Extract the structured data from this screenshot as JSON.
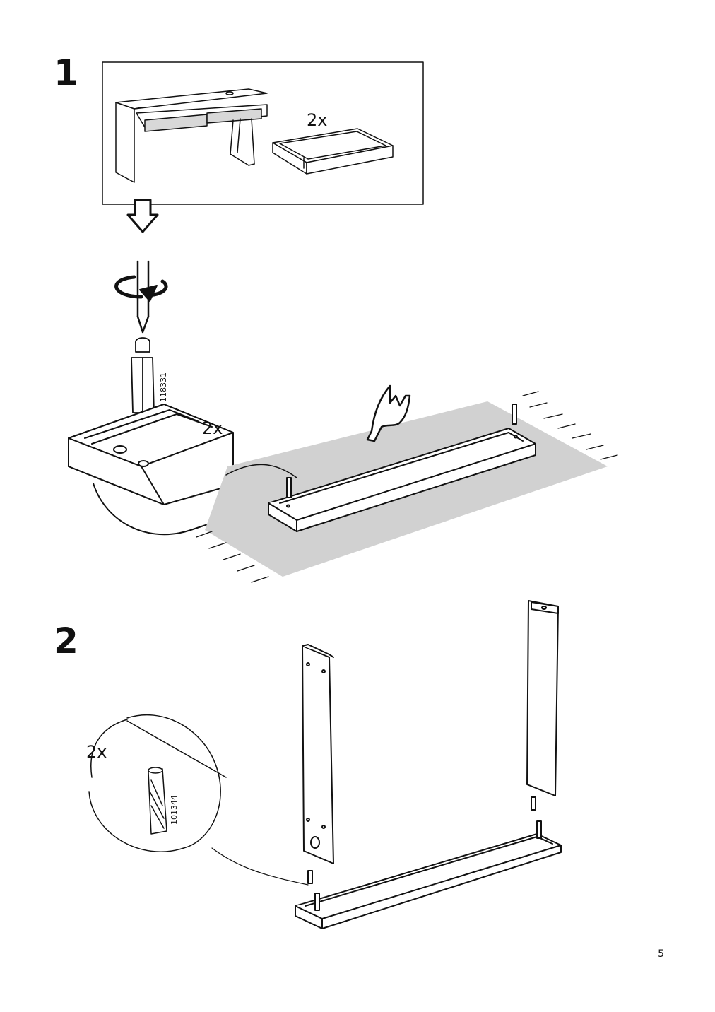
{
  "steps": [
    {
      "number": "1"
    },
    {
      "number": "2"
    }
  ],
  "step1": {
    "quantity_drawer": "2x",
    "quantity_screw": "2x",
    "part_number_screw": "118331"
  },
  "step2": {
    "quantity_dowel": "2x",
    "part_number_dowel": "101344"
  },
  "footer": {
    "page_number": "5"
  },
  "icons": [
    "down-arrow-icon",
    "rotate-arrow-icon",
    "screwdriver-icon",
    "hand-pointing-icon"
  ]
}
